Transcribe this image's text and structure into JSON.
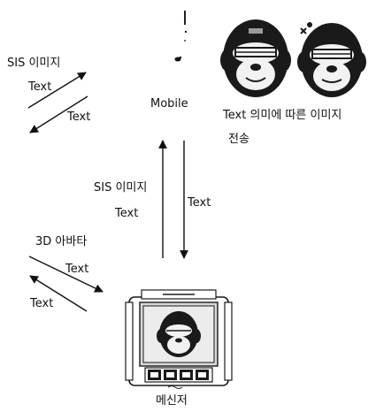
{
  "labels": {
    "sis_image_top": "SIS 이미지",
    "text_top_upper": "Text",
    "text_top_lower": "Text",
    "mobile": "Mobile",
    "text_meaning_line1": "Text 의미에 따른 이미지",
    "text_meaning_line2": "전송",
    "sis_image_mid": "SIS 이미지",
    "text_mid_left": "Text",
    "text_mid_right": "Text",
    "avatar_3d": "3D 아바타",
    "text_bottom_upper": "Text",
    "text_bottom_lower": "Text",
    "messenger": "메신저"
  },
  "icons": {
    "mobile_device": "mobile-phone-icon",
    "avatar_neutral": "monkey-avatar-icon",
    "avatar_expressive": "monkey-avatar-expressive-icon",
    "messenger_window": "messenger-window-icon"
  },
  "colors": {
    "ink": "#111111",
    "avatar_dark": "#1a1a1a",
    "avatar_light": "#f2f2f2"
  }
}
